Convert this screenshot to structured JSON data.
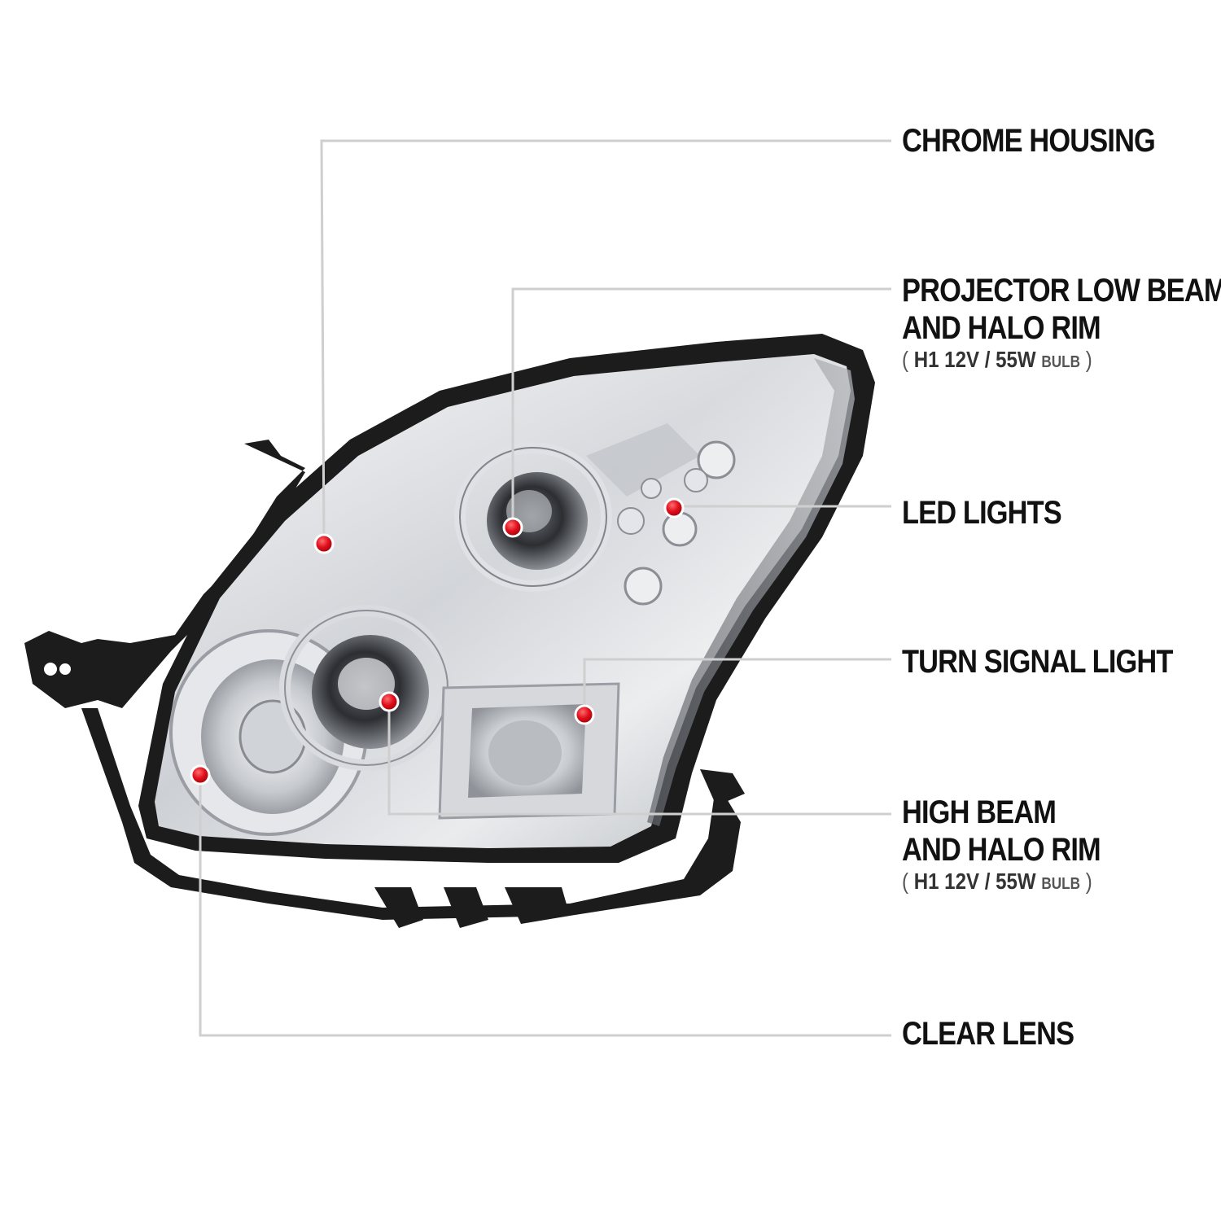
{
  "colors": {
    "leader_line": "#cfcfcf",
    "marker": "#e0101c",
    "housing_black": "#1c1c1c",
    "chrome_light": "#e9eaec",
    "chrome_mid": "#b9bcc1",
    "chrome_dark": "#5c5f64"
  },
  "callouts": [
    {
      "id": "chrome-housing",
      "lines": [
        "CHROME HOUSING"
      ],
      "spec": null
    },
    {
      "id": "projector-low-beam",
      "lines": [
        "PROJECTOR LOW BEAM",
        "AND HALO RIM"
      ],
      "spec": {
        "open": "(",
        "main": "H1  12V / 55W",
        "unit": "BULB",
        "close": ")"
      }
    },
    {
      "id": "led-lights",
      "lines": [
        "LED LIGHTS"
      ],
      "spec": null
    },
    {
      "id": "turn-signal-light",
      "lines": [
        "TURN SIGNAL LIGHT"
      ],
      "spec": null
    },
    {
      "id": "high-beam",
      "lines": [
        "HIGH BEAM",
        "AND HALO RIM"
      ],
      "spec": {
        "open": "(",
        "main": "H1  12V / 55W",
        "unit": "BULB",
        "close": ")"
      }
    },
    {
      "id": "clear-lens",
      "lines": [
        "CLEAR LENS"
      ],
      "spec": null
    }
  ],
  "product_icon": "headlight-assembly-illustration"
}
